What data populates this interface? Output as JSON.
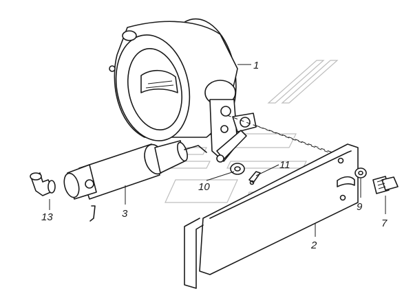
{
  "callouts": {
    "c1": "1",
    "c2": "2",
    "c3": "3",
    "c7": "7",
    "c9": "9",
    "c10": "10",
    "c11": "11",
    "c13": "13"
  },
  "colors": {
    "line": "#1a1a1a",
    "watermark": "#bdbdbd",
    "background": "#ffffff"
  }
}
